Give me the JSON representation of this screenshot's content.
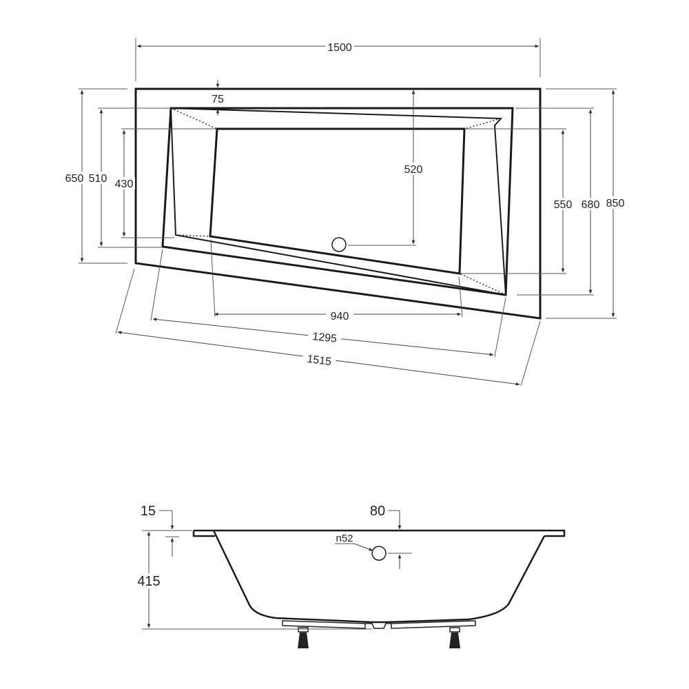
{
  "top_view": {
    "dimensions": {
      "overall_width": "1500",
      "rim_offset": "75",
      "depth_650": "650",
      "depth_510": "510",
      "depth_430": "430",
      "drain_520": "520",
      "depth_550": "550",
      "depth_680": "680",
      "depth_850": "850",
      "bottom_940": "940",
      "diagonal_1295": "1295",
      "diagonal_1515": "1515"
    }
  },
  "side_view": {
    "dimensions": {
      "rim_15": "15",
      "overflow_80": "80",
      "overflow_n52": "n52",
      "height_415": "415"
    }
  },
  "colors": {
    "line": "#1a1a1a",
    "dimension": "#444444",
    "background": "#ffffff"
  }
}
